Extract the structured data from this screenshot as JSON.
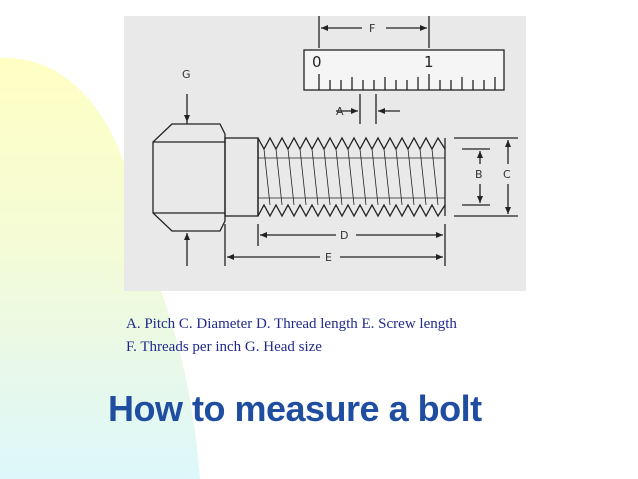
{
  "colors": {
    "background": "#ffffff",
    "accent_yellow": "#ffffc4",
    "accent_cyan": "#ddf7fb",
    "caption_text": "#1f2a8a",
    "title_text": "#1f4ea0",
    "drawing_bg": "#e9e9e9"
  },
  "figure": {
    "ruler_labels": [
      "0",
      "1"
    ],
    "dimension_labels": {
      "pitch": "A",
      "depth": "B",
      "diameter": "C",
      "thread_length": "D",
      "screw_length": "E",
      "threads_per_inch": "F",
      "head_size": "G"
    }
  },
  "caption": {
    "line1": "A. Pitch   C. Diameter  D. Thread length  E. Screw length",
    "line2": "F. Threads per inch G. Head size"
  },
  "title": "How to measure a bolt"
}
